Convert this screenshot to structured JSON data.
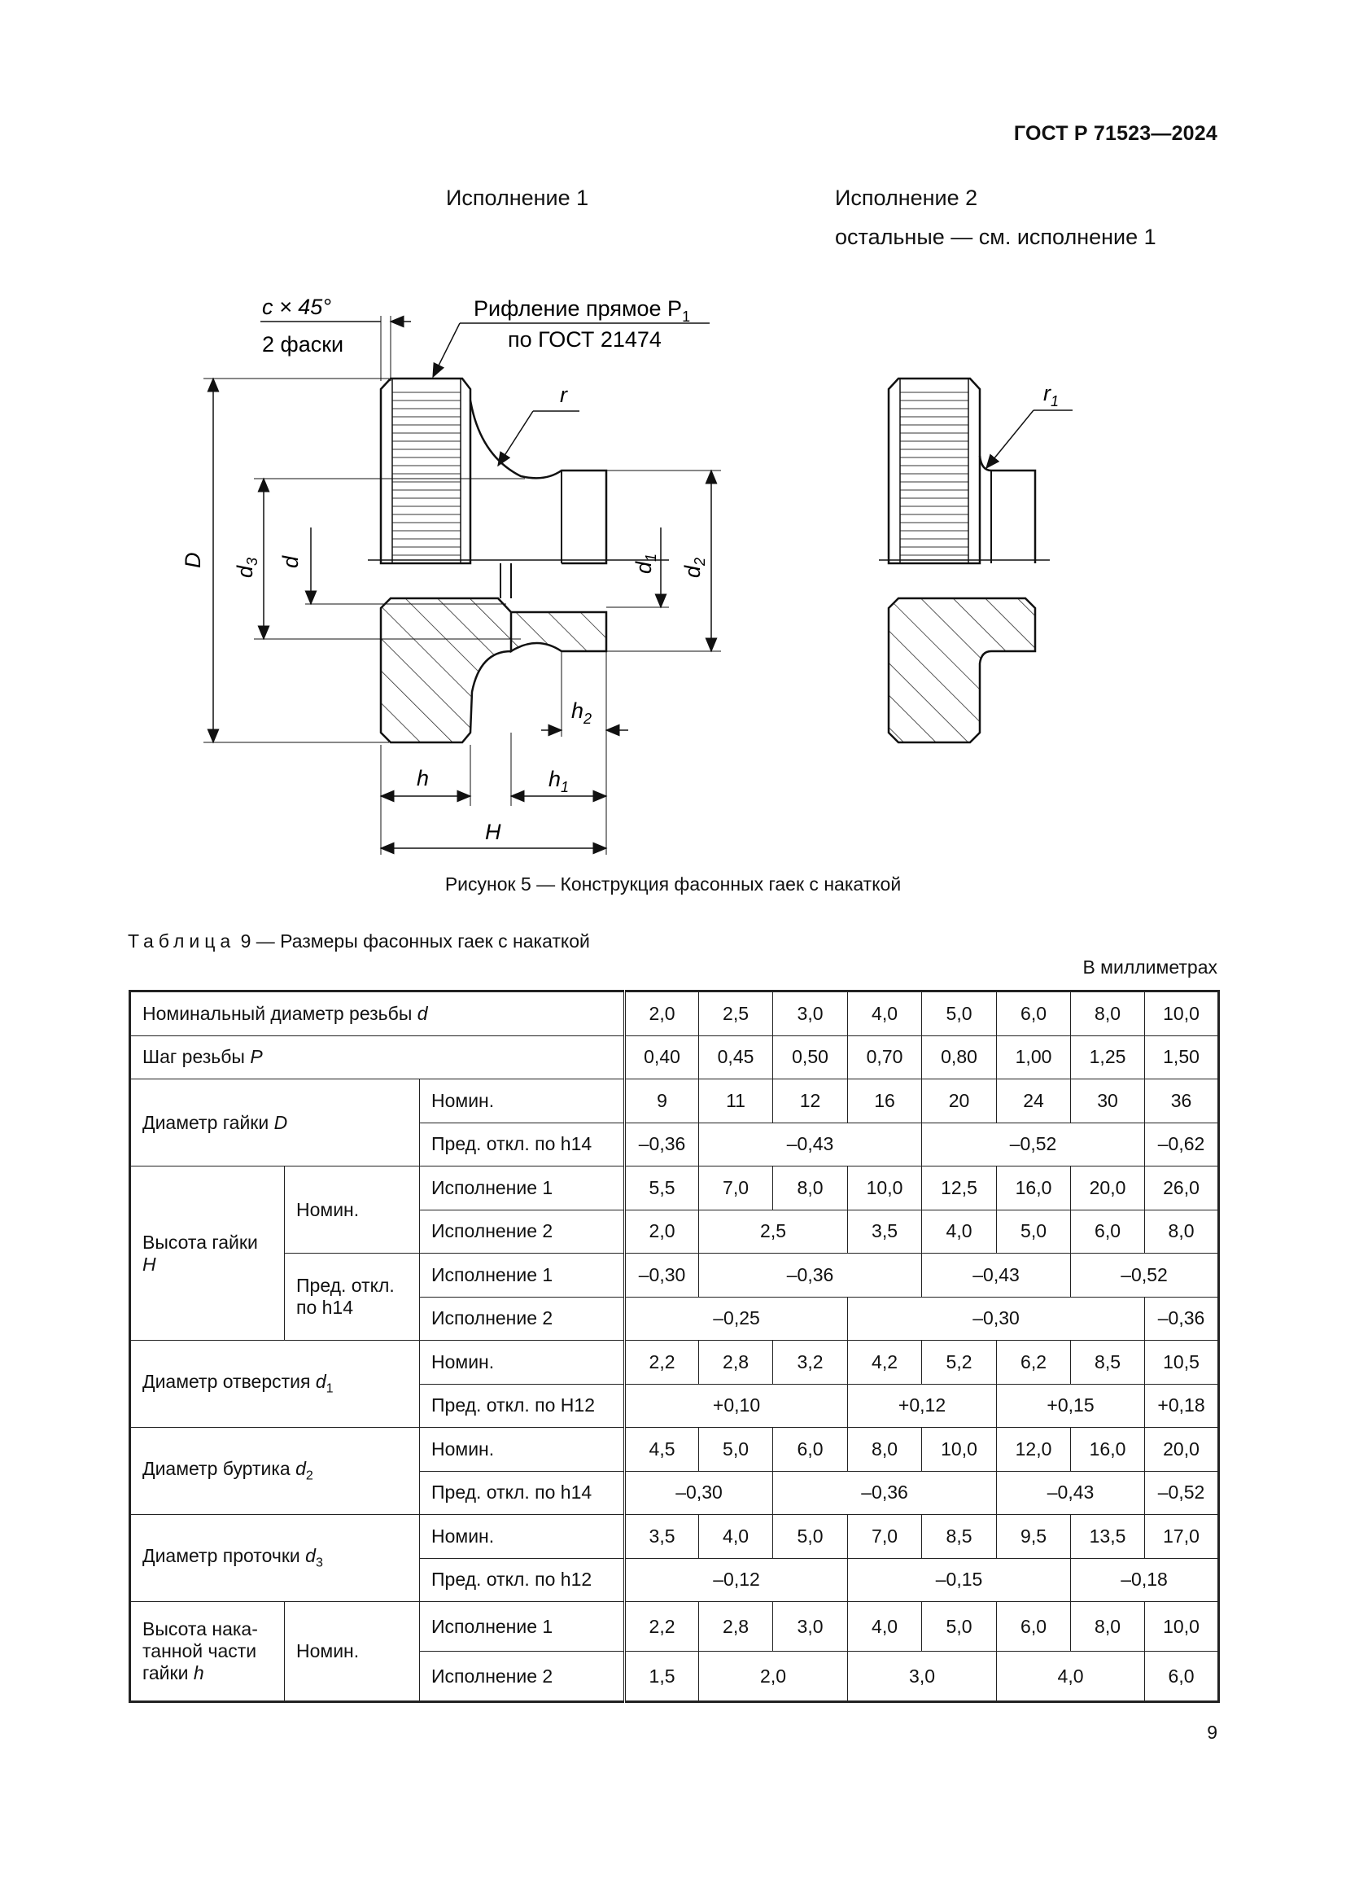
{
  "header": {
    "standard": "ГОСТ Р 71523—2024"
  },
  "figure": {
    "variant1_title": "Исполнение 1",
    "variant2_title": "Исполнение 2",
    "variant2_note": "остальные — см. исполнение 1",
    "labels": {
      "chamfer": "c × 45°",
      "chamfer_count": "2 фаски",
      "knurl": "Рифление прямое P",
      "knurl_sub": "1",
      "knurl_std": "по ГОСТ 21474",
      "r": "r",
      "r1": "r",
      "r1_sub": "1",
      "D": "D",
      "d3": "d",
      "d3_sub": "3",
      "d": "d",
      "d1": "d",
      "d1_sub": "1",
      "d2": "d",
      "d2_sub": "2",
      "h": "h",
      "h1": "h",
      "h1_sub": "1",
      "h2": "h",
      "h2_sub": "2",
      "H": "H"
    },
    "caption": "Рисунок 5 — Конструкция фасонных гаек с накаткой"
  },
  "table": {
    "caption_label": "Таблица",
    "caption_text": "9 — Размеры фасонных гаек с накаткой",
    "units": "В миллиметрах",
    "rows": {
      "thread_d_label": "Номинальный диаметр резьбы ",
      "thread_d_sym": "d",
      "thread_d": [
        "2,0",
        "2,5",
        "3,0",
        "4,0",
        "5,0",
        "6,0",
        "8,0",
        "10,0"
      ],
      "pitch_label": "Шаг резьбы ",
      "pitch_sym": "P",
      "pitch": [
        "0,40",
        "0,45",
        "0,50",
        "0,70",
        "0,80",
        "1,00",
        "1,25",
        "1,50"
      ],
      "D_label": "Диаметр гайки ",
      "D_sym": "D",
      "nom": "Номин.",
      "tol_h14": "Пред. откл. по h14",
      "tol_H12": "Пред. откл. по H12",
      "tol_h12": "Пред. откл. по h12",
      "D_nom": [
        "9",
        "11",
        "12",
        "16",
        "20",
        "24",
        "30",
        "36"
      ],
      "D_tol": [
        "–0,36",
        "–0,43",
        "–0,52",
        "–0,62"
      ],
      "H_label": "Высота гайки",
      "H_sym": "H",
      "tol_h14_split": "Пред. откл. по h14",
      "var1": "Исполнение 1",
      "var2": "Исполнение 2",
      "H_nom_v1": [
        "5,5",
        "7,0",
        "8,0",
        "10,0",
        "12,5",
        "16,0",
        "20,0",
        "26,0"
      ],
      "H_nom_v2": [
        "2,0",
        "2,5",
        "3,5",
        "4,0",
        "5,0",
        "6,0",
        "8,0"
      ],
      "H_tol_v1": [
        "–0,30",
        "–0,36",
        "–0,43",
        "–0,52"
      ],
      "H_tol_v2": [
        "–0,25",
        "–0,30",
        "–0,36"
      ],
      "d1_label": "Диаметр отверстия ",
      "d1_sym": "d",
      "d1_sub": "1",
      "d1_nom": [
        "2,2",
        "2,8",
        "3,2",
        "4,2",
        "5,2",
        "6,2",
        "8,5",
        "10,5"
      ],
      "d1_tol": [
        "+0,10",
        "+0,12",
        "+0,15",
        "+0,18"
      ],
      "d2_label": "Диаметр буртика ",
      "d2_sym": "d",
      "d2_sub": "2",
      "d2_nom": [
        "4,5",
        "5,0",
        "6,0",
        "8,0",
        "10,0",
        "12,0",
        "16,0",
        "20,0"
      ],
      "d2_tol": [
        "–0,30",
        "–0,36",
        "–0,43",
        "–0,52"
      ],
      "d3_label": "Диаметр проточки ",
      "d3_sym": "d",
      "d3_sub": "3",
      "d3_nom": [
        "3,5",
        "4,0",
        "5,0",
        "7,0",
        "8,5",
        "9,5",
        "13,5",
        "17,0"
      ],
      "d3_tol": [
        "–0,12",
        "–0,15",
        "–0,18"
      ],
      "hk_label": "Высота нака-танной части гайки ",
      "hk_sym": "h",
      "hk_v1": [
        "2,2",
        "2,8",
        "3,0",
        "4,0",
        "5,0",
        "6,0",
        "8,0",
        "10,0"
      ],
      "hk_v2": [
        "1,5",
        "2,0",
        "3,0",
        "4,0",
        "6,0"
      ]
    }
  },
  "page_number": "9"
}
